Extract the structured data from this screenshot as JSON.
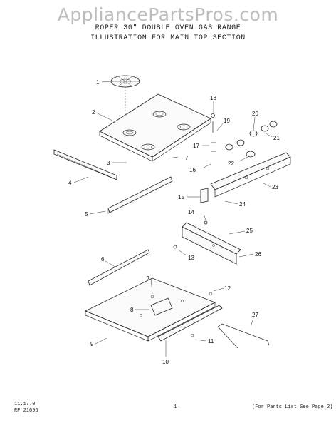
{
  "watermark": "AppliancePartsPros.com",
  "title_line1": "ROPER 30\" DOUBLE OVEN GAS RANGE",
  "title_line2": "ILLUSTRATION FOR MAIN TOP SECTION",
  "callouts": [
    "1",
    "2",
    "3",
    "4",
    "5",
    "6",
    "7",
    "7",
    "8",
    "9",
    "10",
    "11",
    "12",
    "13",
    "14",
    "15",
    "16",
    "17",
    "18",
    "19",
    "20",
    "21",
    "22",
    "23",
    "24",
    "25",
    "26",
    "27"
  ],
  "footer": {
    "date": "11.17.0",
    "code": "RP 21096",
    "page": "—1—",
    "note": "(For Parts List See Page 2)"
  }
}
